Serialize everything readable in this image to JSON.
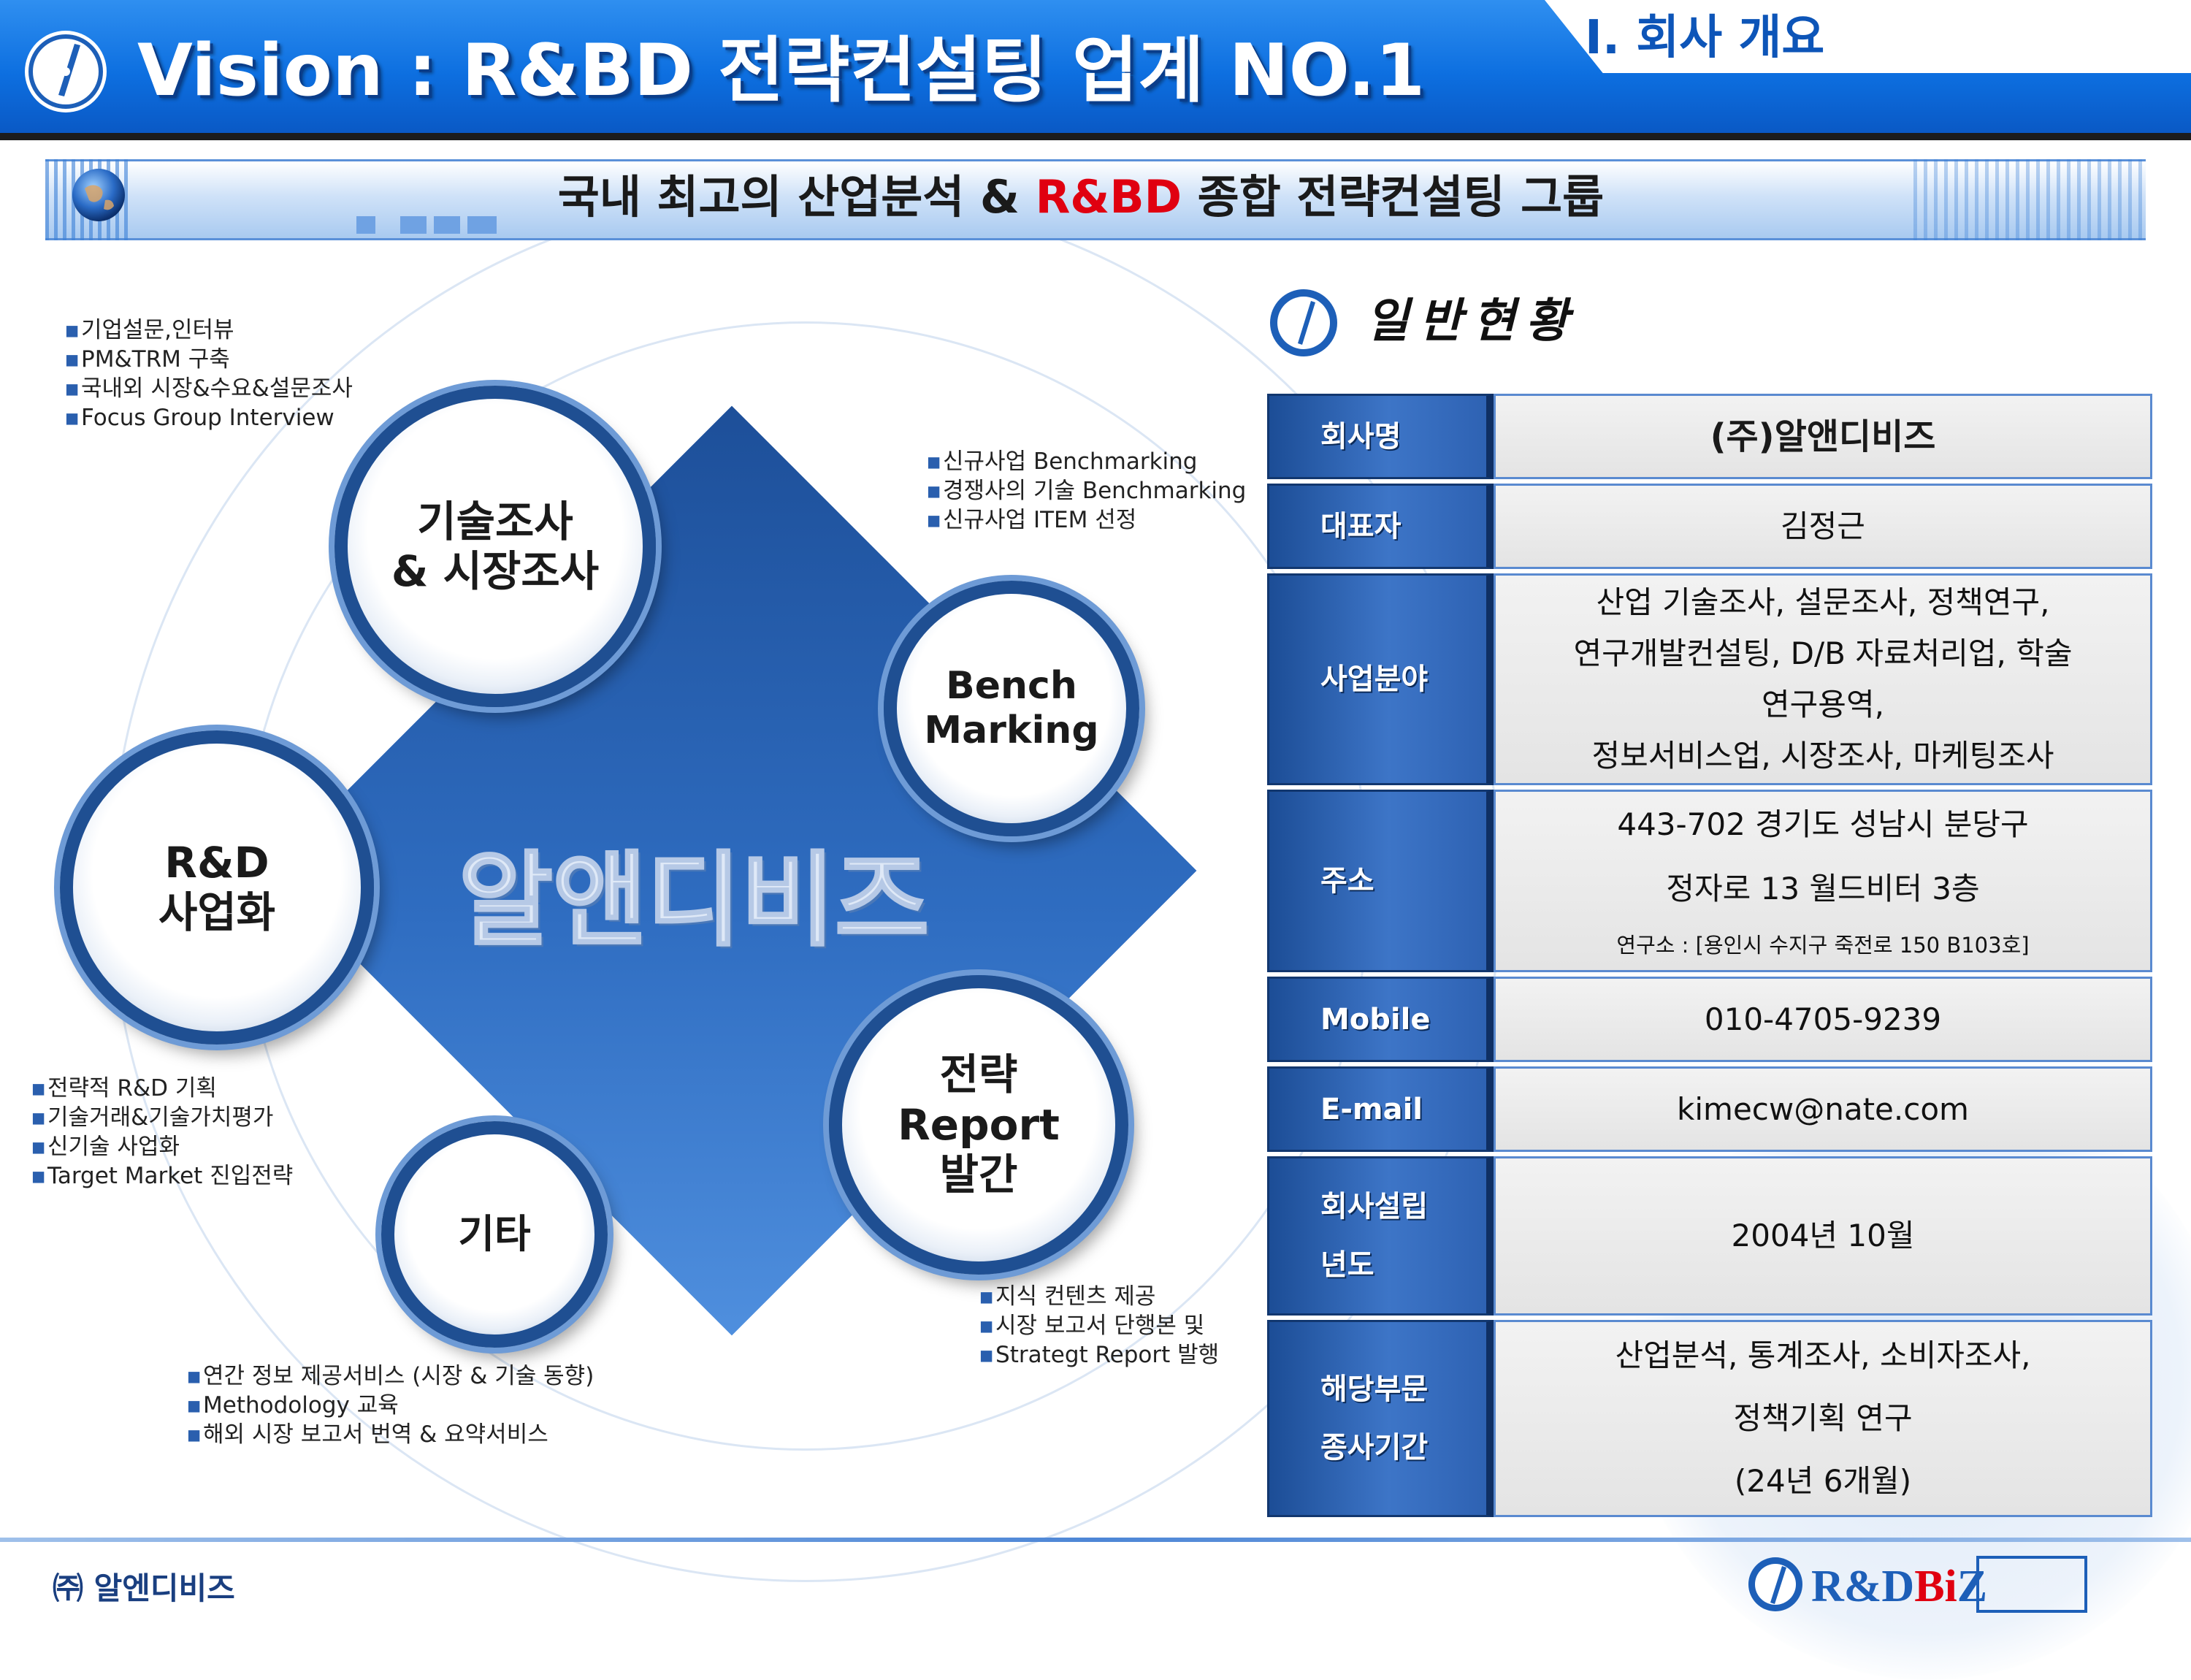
{
  "header": {
    "title": "Vision :  R&BD 전략컨설팅 업계 NO.1",
    "section_label": "Ⅰ. 회사 개요",
    "logo_icon": "compass-pen-icon"
  },
  "banner": {
    "text_before": "국내 최고의 산업분석 & ",
    "text_highlight": "R&BD",
    "text_after": " 종합 전략컨설팅 그룹",
    "highlight_color": "#e00010",
    "icon": "globe-icon"
  },
  "diagram": {
    "center": "알앤디비즈",
    "circles": {
      "tech_market": "기술조사\n& 시장조사",
      "benchmarking": "Bench\nMarking",
      "rnd": "R&D\n사업화",
      "strategy": "전략\nReport\n발간",
      "etc": "기타"
    },
    "notes": {
      "tech_market": [
        "기업설문,인터뷰",
        "PM&TRM 구축",
        "국내외 시장&수요&설문조사",
        "Focus Group Interview"
      ],
      "benchmarking": [
        "신규사업 Benchmarking",
        "경쟁사의 기술 Benchmarking",
        "신규사업 ITEM 선정"
      ],
      "rnd": [
        "전략적 R&D 기획",
        "기술거래&기술가치평가",
        "신기술 사업화",
        "Target Market 진입전략"
      ],
      "strategy": [
        "지식 컨텐츠 제공",
        "시장 보고서 단행본 및",
        "Strategt Report 발행"
      ],
      "etc": [
        "연간 정보 제공서비스 (시장 & 기술 동향)",
        "Methodology 교육",
        "해외 시장 보고서 번역 & 요약서비스"
      ]
    }
  },
  "general_info": {
    "heading": "일반현황",
    "rows": {
      "company": {
        "label": "회사명",
        "value": "(주)알앤디비즈"
      },
      "ceo": {
        "label": "대표자",
        "value": "김정근"
      },
      "business": {
        "label": "사업분야",
        "lines": [
          "산업 기술조사,  설문조사, 정책연구,",
          "연구개발컨설팅, D/B 자료처리업, 학술",
          "연구용역,",
          "정보서비스업, 시장조사, 마케팅조사"
        ]
      },
      "address": {
        "label": "주소",
        "line1": "443-702 경기도 성남시 분당구",
        "line2": "정자로 13 월드비터 3층",
        "line3": "연구소 : [용인시 수지구 죽전로 150 B103호]"
      },
      "mobile": {
        "label": "Mobile",
        "value": "010-4705-9239"
      },
      "email": {
        "label": "E-mail",
        "value": "kimecw@nate.com"
      },
      "founded": {
        "label": "회사설립\n년도",
        "value": "2004년 10월"
      },
      "experience": {
        "label": "해당부문\n종사기간",
        "lines": [
          "산업분석, 통계조사, 소비자조사,",
          "정책기획  연구",
          "(24년 6개월)"
        ]
      }
    }
  },
  "footer": {
    "company": "㈜ 알엔디비즈",
    "logo_text_blue": "R&D",
    "logo_text_red": "Bi",
    "logo_text_blue2": "Z"
  }
}
